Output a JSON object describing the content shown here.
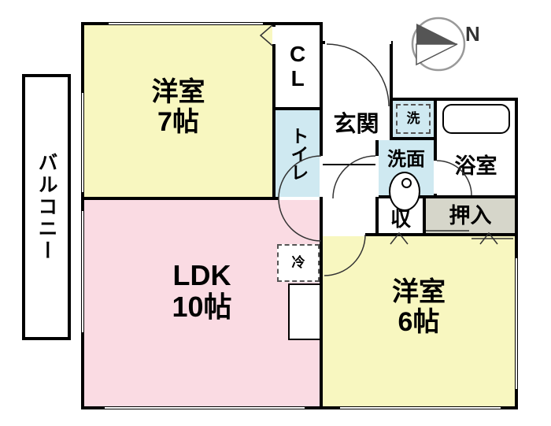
{
  "compass": {
    "north_label": "N"
  },
  "rooms": {
    "balcony": {
      "label": "バルコニー"
    },
    "bedroom7": {
      "name": "洋室",
      "size": "7帖"
    },
    "closet": {
      "label": "CL"
    },
    "toilet": {
      "label": "トイレ"
    },
    "entrance": {
      "label": "玄関"
    },
    "washer": {
      "label": "洗"
    },
    "bathroom": {
      "label": "浴室"
    },
    "washroom": {
      "label": "洗面"
    },
    "storage": {
      "label": "収"
    },
    "oshiire": {
      "label": "押入"
    },
    "ldk": {
      "name": "LDK",
      "size": "10帖"
    },
    "bedroom6": {
      "name": "洋室",
      "size": "6帖"
    },
    "fridge": {
      "label": "冷"
    }
  },
  "colors": {
    "bedroom_yellow": "#f8f7c0",
    "ldk_pink": "#fadbe3",
    "wet_blue": "#cfe9f1",
    "closet_gray": "#d6d6ca",
    "wall_black": "#000000"
  }
}
